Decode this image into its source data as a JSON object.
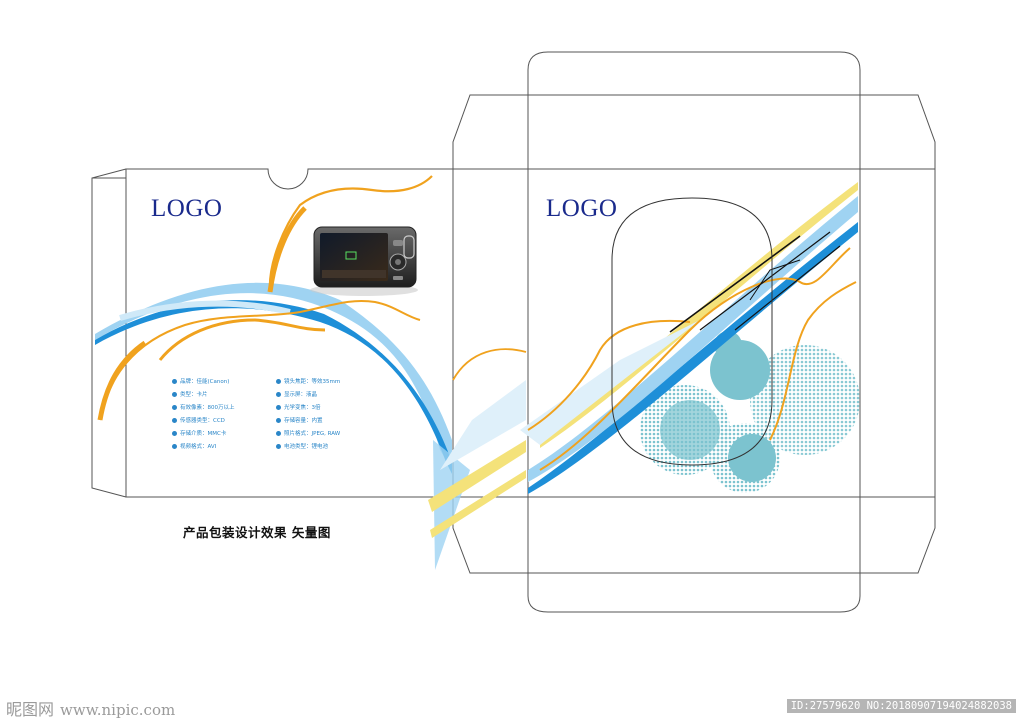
{
  "logo_left": "LOGO",
  "logo_right": "LOGO",
  "caption": "产品包装设计效果  矢量图",
  "specs": [
    "品牌：佳能(Canon)",
    "类型：卡片",
    "有效像素：800万以上",
    "传感器类型：CCD",
    "存储介质：MMC卡",
    "镜头焦距：等效35mm",
    "显示屏：液晶",
    "光学变焦：3倍",
    "存储容量：内置",
    "照片格式：JPEG, RAW",
    "视频格式：AVI",
    "电池类型：锂电池"
  ],
  "watermark": {
    "brand": "昵图网",
    "domain": "www.nipic.com",
    "id_text": "ID:27579620 NO:20180907194024882038"
  },
  "colors": {
    "outline": "#555555",
    "blue": "#1e8fd8",
    "light_blue": "#9fd3f2",
    "yellow": "#f4e27a",
    "orange": "#f0a21e",
    "teal": "#7cc3cf",
    "logo": "#1a2a8c"
  }
}
